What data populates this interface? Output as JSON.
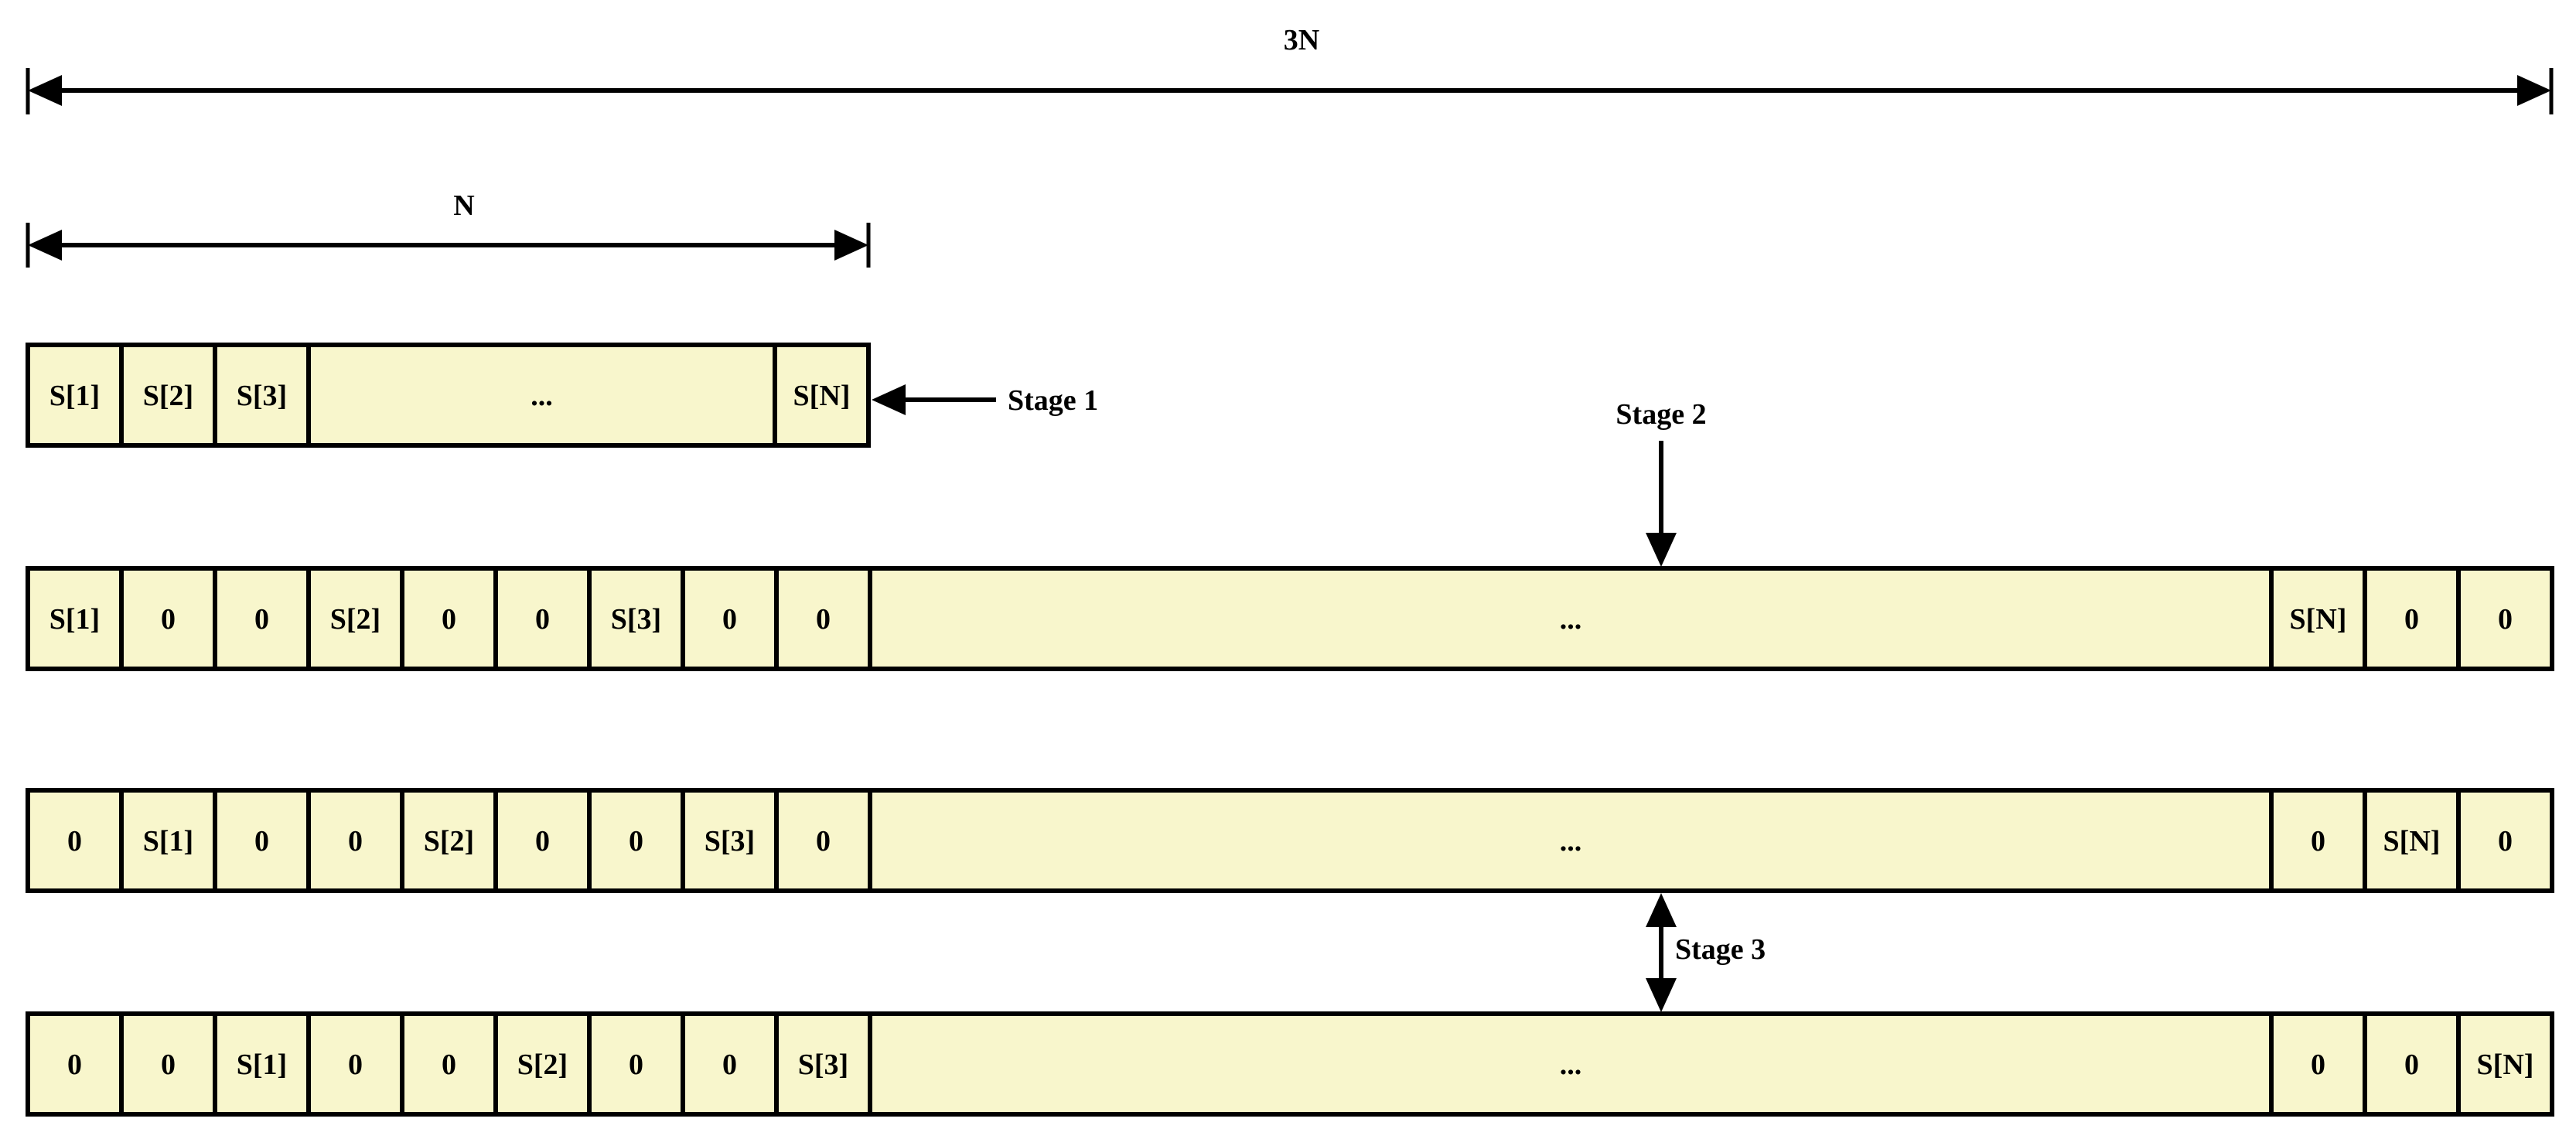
{
  "dimensions": {
    "total_label": "3N",
    "segment_label": "N"
  },
  "stages": [
    {
      "label": "Stage 1"
    },
    {
      "label": "Stage 2"
    },
    {
      "label": "Stage 3"
    }
  ],
  "rows": [
    {
      "cells": [
        "S[1]",
        "S[2]",
        "S[3]",
        "...",
        "S[N]"
      ]
    },
    {
      "cells": [
        "S[1]",
        "0",
        "0",
        "S[2]",
        "0",
        "0",
        "S[3]",
        "0",
        "0",
        "...",
        "S[N]",
        "0",
        "0"
      ]
    },
    {
      "cells": [
        "0",
        "S[1]",
        "0",
        "0",
        "S[2]",
        "0",
        "0",
        "S[3]",
        "0",
        "...",
        "0",
        "S[N]",
        "0"
      ]
    },
    {
      "cells": [
        "0",
        "0",
        "S[1]",
        "0",
        "0",
        "S[2]",
        "0",
        "0",
        "S[3]",
        "...",
        "0",
        "0",
        "S[N]"
      ]
    }
  ],
  "colors": {
    "cell_fill": "#f8f6cc",
    "stroke": "#000000"
  }
}
